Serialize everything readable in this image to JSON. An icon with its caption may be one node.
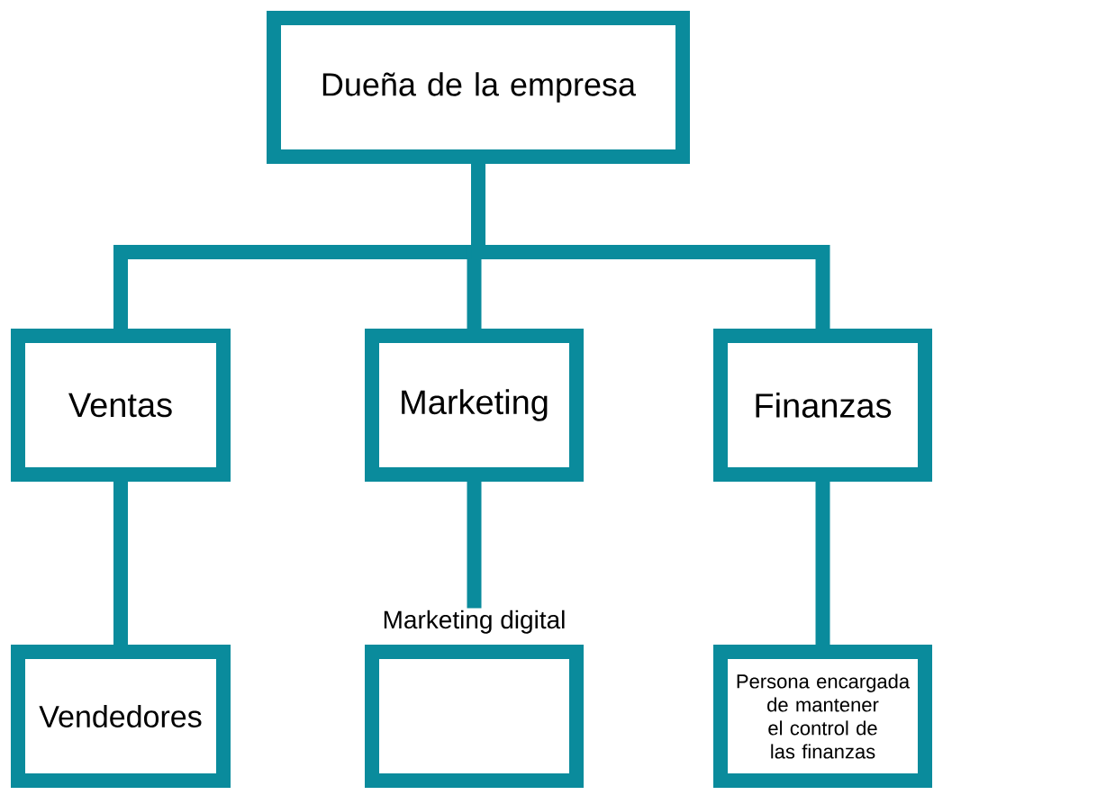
{
  "diagram": {
    "nodes": [
      {
        "text": [
          "Dueña de la empresa"
        ]
      },
      {
        "text": [
          "Ventas"
        ]
      },
      {
        "text": [
          "Marketing"
        ]
      },
      {
        "text": [
          "Finanzas"
        ]
      },
      {
        "text": [
          "Vendedores"
        ]
      },
      {
        "text": [
          "Marketing digital"
        ]
      },
      {
        "text": [
          "Persona encargada de mantener el control de las finanzas"
        ]
      }
    ],
    "edges": [
      {
        "from": 0,
        "to": 1,
        "arrow": "none"
      },
      {
        "from": 0,
        "to": 2,
        "arrow": "none"
      },
      {
        "from": 0,
        "to": 3,
        "arrow": "none"
      },
      {
        "from": 1,
        "to": 4,
        "arrow": "none"
      },
      {
        "from": 2,
        "to": 5,
        "arrow": "none"
      },
      {
        "from": 3,
        "to": 6,
        "arrow": "none"
      }
    ]
  }
}
